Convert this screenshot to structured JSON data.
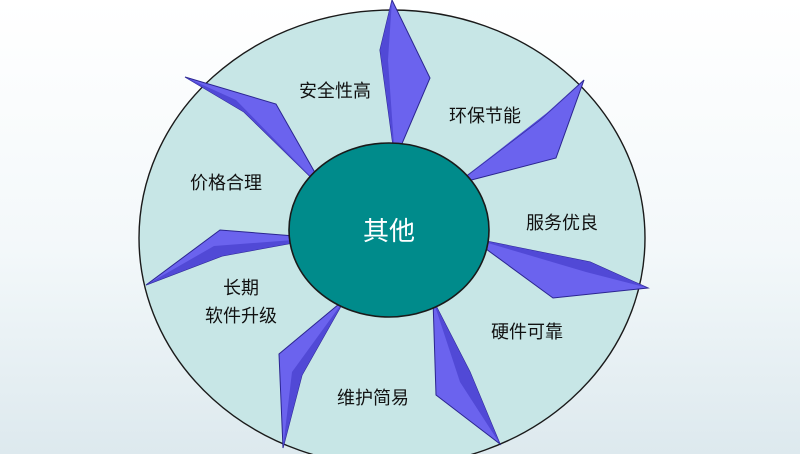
{
  "diagram": {
    "center": "其他",
    "labels": {
      "safety": "安全性高",
      "eco": "环保节能",
      "service": "服务优良",
      "reliable": "硬件可靠",
      "maintenance": "维护简易",
      "upgrade_line1": "长期",
      "upgrade_line2": "软件升级",
      "price": "价格合理"
    },
    "colors": {
      "outer_ring": "#c7e6e6",
      "hub": "#008b8b",
      "arrows": "#6b63ee",
      "text": "#111111",
      "hub_text": "#ffffff"
    }
  }
}
